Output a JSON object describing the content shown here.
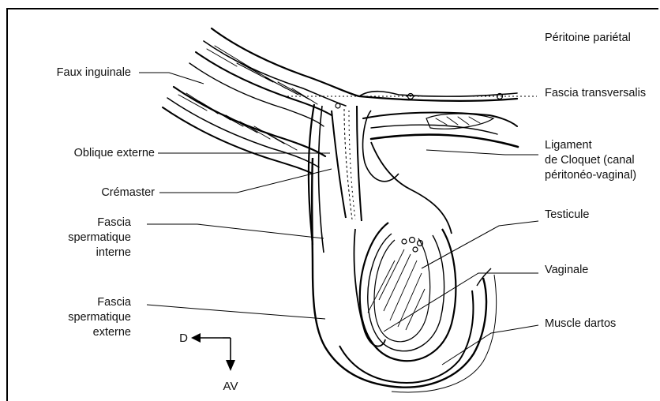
{
  "labels_left": {
    "faux_inguinale": "Faux inguinale",
    "oblique_externe": "Oblique externe",
    "cremaster": "Crémaster",
    "fascia_int_1": "Fascia",
    "fascia_int_2": "spermatique",
    "fascia_int_3": "interne",
    "fascia_ext_1": "Fascia",
    "fascia_ext_2": "spermatique",
    "fascia_ext_3": "externe"
  },
  "labels_right": {
    "peritoine": "Péritoine pariétal",
    "fascia_transversalis": "Fascia transversalis",
    "ligament_1": "Ligament",
    "ligament_2": "de Cloquet (canal",
    "ligament_3": "péritonéo-vaginal)",
    "testicule": "Testicule",
    "vaginale": "Vaginale",
    "dartos": "Muscle dartos"
  },
  "orientation": {
    "d": "D",
    "av": "AV"
  }
}
